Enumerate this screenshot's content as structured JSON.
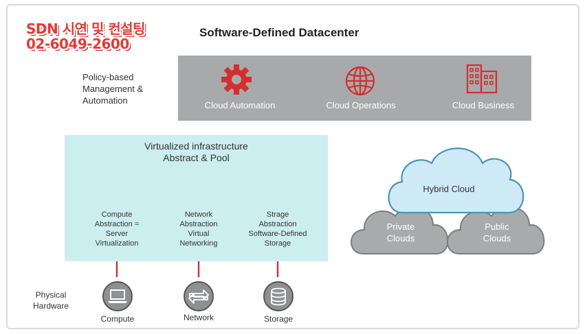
{
  "promo": {
    "line1": "SDN 시연 및 컨설팅",
    "line2": "02-6049-2600"
  },
  "title": "Software-Defined Datacenter",
  "policy_label": [
    "Policy-based",
    "Management &",
    "Automation"
  ],
  "management": [
    {
      "label": "Cloud Automation",
      "icon": "gear-icon"
    },
    {
      "label": "Cloud Operations",
      "icon": "globe-icon"
    },
    {
      "label": "Cloud Business",
      "icon": "buildings-icon"
    }
  ],
  "virtualized": {
    "title_line1": "Virtualized infrastructure",
    "title_line2": "Abstract & Pool",
    "items": [
      {
        "lines": [
          "Compute",
          "Abstraction =",
          "Server",
          "Virtualization"
        ],
        "icon": "laptop-icon"
      },
      {
        "lines": [
          "Network",
          "Abstraction",
          "Virtual",
          "Networking"
        ],
        "icon": "network-arrows-icon"
      },
      {
        "lines": [
          "Strage",
          "Abstraction",
          "Software-Defined",
          "Storage"
        ],
        "icon": "storage-icon"
      }
    ]
  },
  "physical": {
    "label_line1": "Physical",
    "label_line2": "Hardware",
    "items": [
      {
        "label": "Compute",
        "icon": "laptop-icon"
      },
      {
        "label": "Network",
        "icon": "network-arrows-icon"
      },
      {
        "label": "Storage",
        "icon": "storage-icon"
      }
    ]
  },
  "clouds": {
    "hybrid": "Hybrid Cloud",
    "private": [
      "Private",
      "Clouds"
    ],
    "public": [
      "Public",
      "Clouds"
    ]
  },
  "colors": {
    "accent_red": "#d32f2f",
    "band_gray": "#a8a9ab",
    "virt_bg": "#cdeeee",
    "cloud_blue": "#cfeaf7",
    "cloud_gray": "#a9aaac"
  }
}
